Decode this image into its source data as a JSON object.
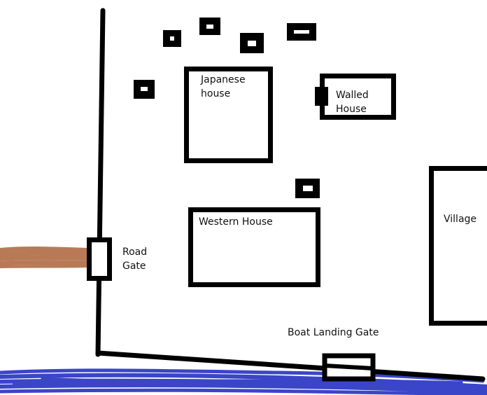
{
  "labels": {
    "japanese_house": "Japanese\nhouse",
    "walled_house": "Walled\nHouse",
    "western_house": "Western House",
    "village": "Village",
    "road_gate": "Road\nGate",
    "boat_landing_gate": "Boat Landing Gate"
  },
  "colors": {
    "ink": "#000000",
    "road": "#b87a56",
    "water": "#3b45c8",
    "background": "#ffffff"
  }
}
